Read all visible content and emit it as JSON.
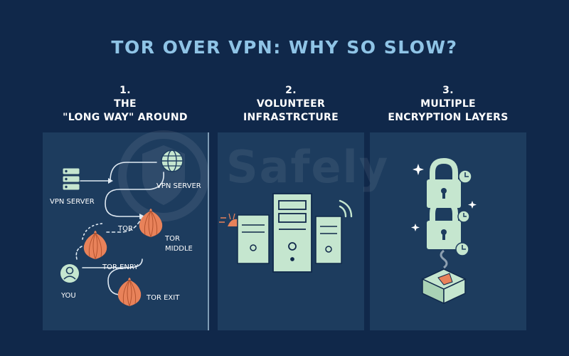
{
  "title": "TOR OVER VPN: WHY SO SLOW?",
  "watermark": "Safely",
  "columns": [
    {
      "number": "1.",
      "line1": "THE",
      "line2": "\"LONG WAY\" AROUND"
    },
    {
      "number": "2.",
      "line1": "VOLUNTEER",
      "line2": "INFRASTRCTURE"
    },
    {
      "number": "3.",
      "line1": "MULTIPLE",
      "line2": "ENCRYPTION LAYERS"
    }
  ],
  "route": {
    "vpn_server_left": "VPN SERVER",
    "vpn_server_right": "VPN SERVER",
    "tor": "TOR",
    "tor_middle_1": "TOR",
    "tor_middle_2": "MIDDLE",
    "tor_entry": "TOR ENRY",
    "you": "YOU",
    "tor_exit": "TOR EXIT"
  },
  "colors": {
    "background": "#10284a",
    "panel": "#1d3c5e",
    "title": "#8fc4e6",
    "mint": "#c5e6cf",
    "onion": "#e8825a"
  }
}
